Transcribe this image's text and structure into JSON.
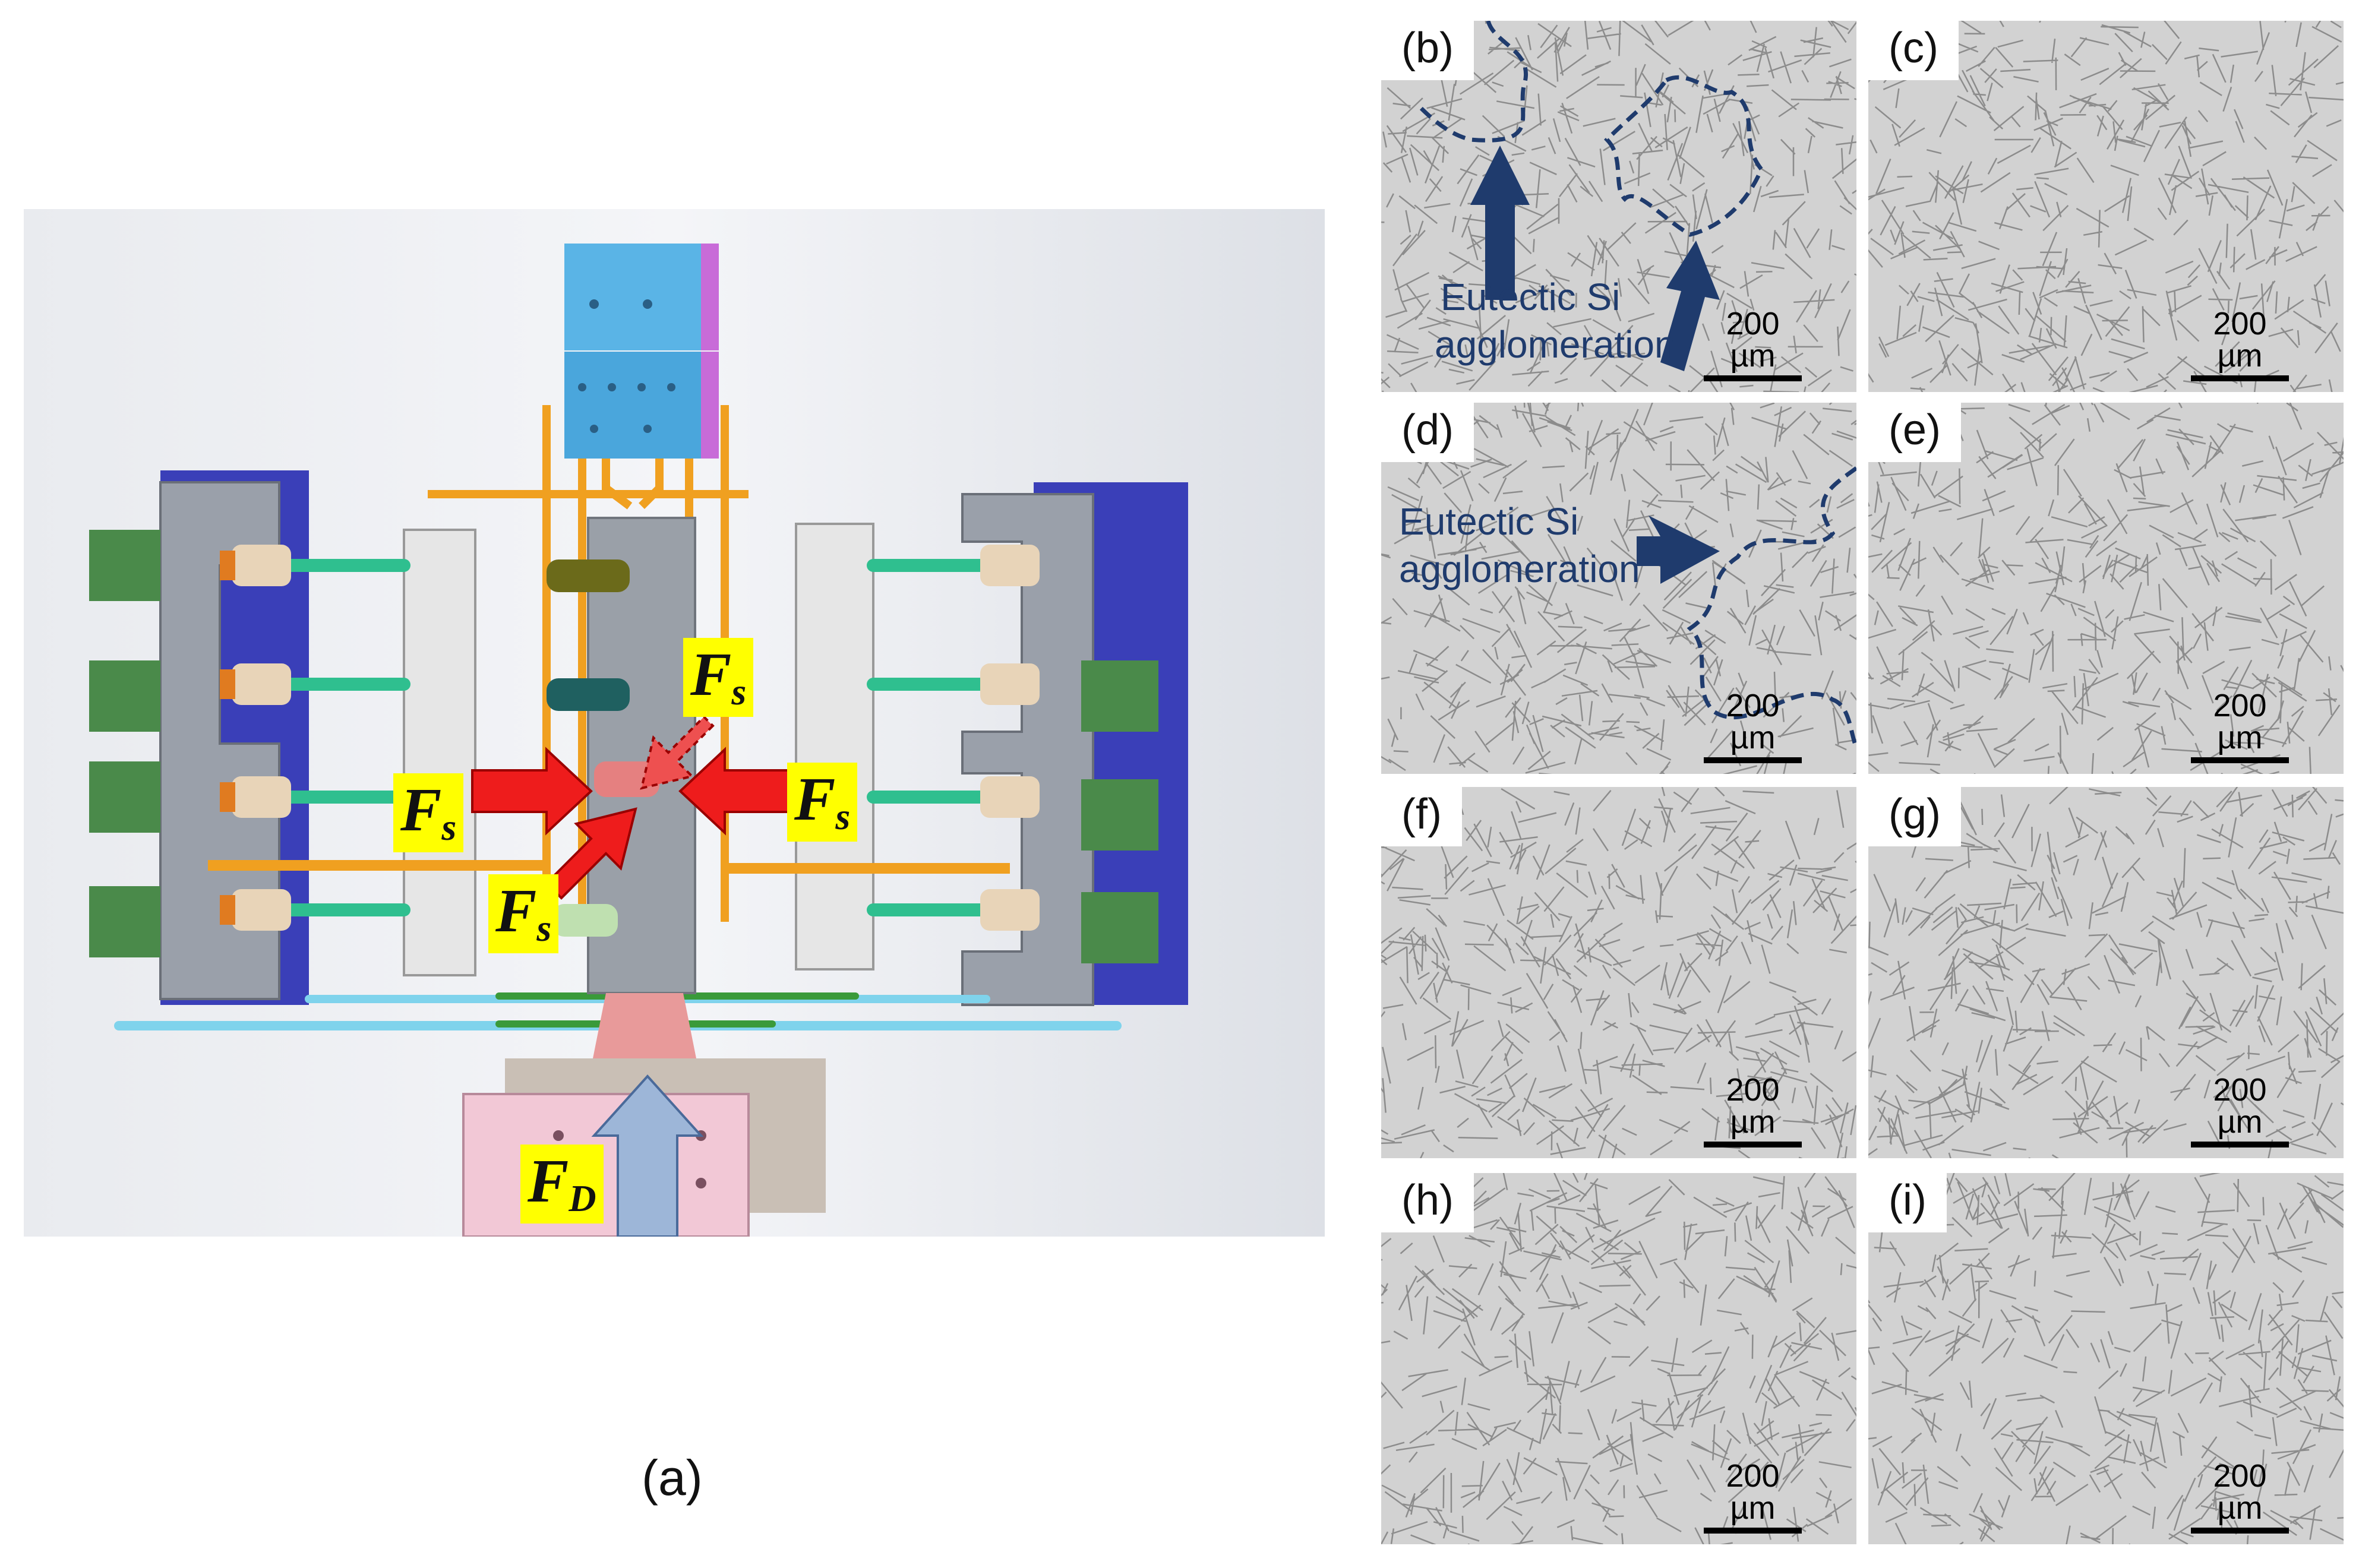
{
  "figure": {
    "panel_a_label": "(a)",
    "force_labels": {
      "fs_sub_label": "s",
      "fs_main": "F",
      "fd_main": "F",
      "fd_sub_label": "D"
    },
    "micrographs": [
      {
        "label": "(b)",
        "scale": "200 µm"
      },
      {
        "label": "(c)",
        "scale": "200 µm"
      },
      {
        "label": "(d)",
        "scale": "200 µm"
      },
      {
        "label": "(e)",
        "scale": "200 µm"
      },
      {
        "label": "(f)",
        "scale": "200 µm"
      },
      {
        "label": "(g)",
        "scale": "200 µm"
      },
      {
        "label": "(h)",
        "scale": "200 µm"
      },
      {
        "label": "(i)",
        "scale": "200 µm"
      }
    ],
    "annotations": {
      "b_line1": "Eutectic Si",
      "b_line2": "agglomeration",
      "d_line1": "Eutectic Si",
      "d_line2": "agglomeration"
    },
    "colors": {
      "arrow_red": "#ee1c1c",
      "arrow_blue": "#9db6d8",
      "annotation_blue": "#1f3b6d",
      "label_bg": "#ffff00"
    }
  }
}
